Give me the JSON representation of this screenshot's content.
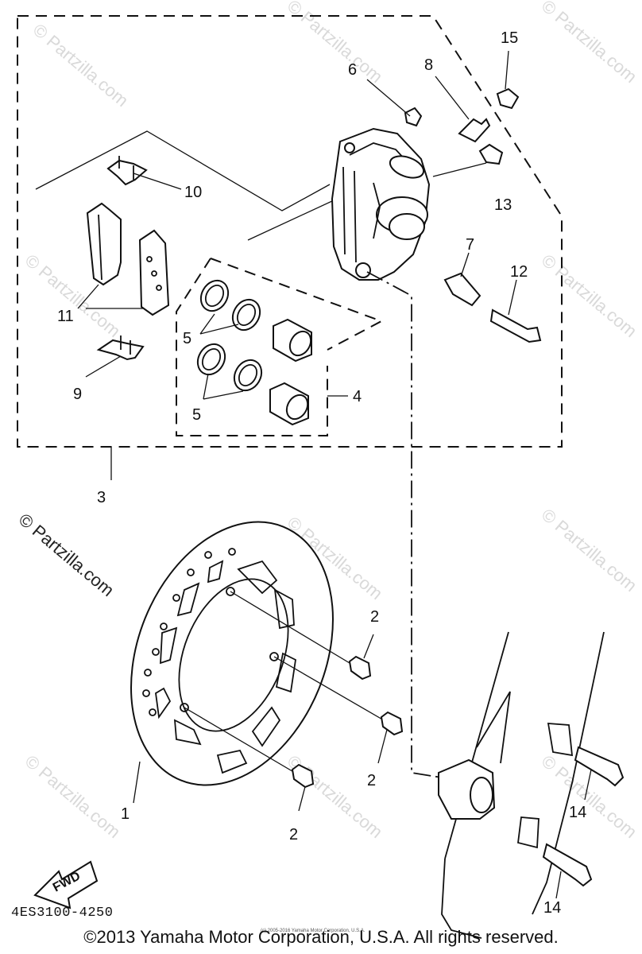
{
  "diagram": {
    "part_code": "4ES3100-4250",
    "fwd_label": "FWD",
    "callouts": {
      "c1": "1",
      "c2a": "2",
      "c2b": "2",
      "c2c": "2",
      "c3": "3",
      "c4": "4",
      "c5a": "5",
      "c5b": "5",
      "c6": "6",
      "c7": "7",
      "c8": "8",
      "c9": "9",
      "c10": "10",
      "c11": "11",
      "c12": "12",
      "c13": "13",
      "c14a": "14",
      "c14b": "14",
      "c15": "15"
    },
    "watermark": "© Partzilla.com",
    "watermark_faint": "© Partzilla.com",
    "tiny_notice": "(c) 2005-2016 Yamaha Motor Corporation, U.S.A."
  },
  "footer": {
    "copyright": "©2013 Yamaha Motor Corporation, U.S.A. All rights reserved."
  }
}
